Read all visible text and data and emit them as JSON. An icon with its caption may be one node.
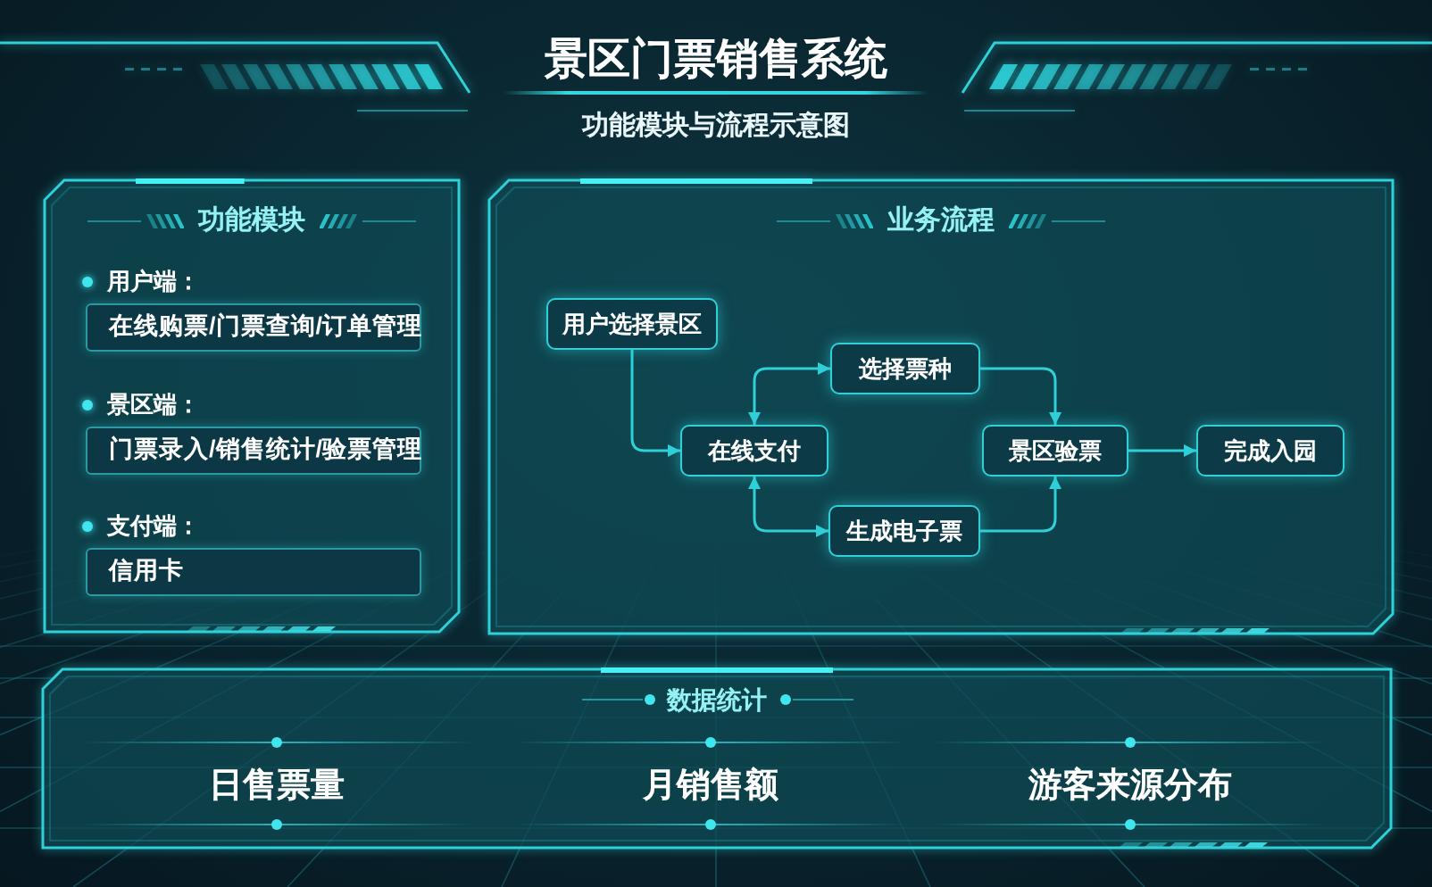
{
  "diagram": {
    "title": "景区门票销售系统",
    "nodes": [
      {
        "text": [
          "功能模块"
        ]
      },
      {
        "text": [
          "在线购票/门票查询/订单管理"
        ],
        "in": 0,
        "beside": [
          "用户端："
        ]
      },
      {
        "text": [
          "门票录入/销售统计/验票管理"
        ],
        "in": 0,
        "beside": [
          "景区端："
        ]
      },
      {
        "text": [
          "信用卡"
        ],
        "in": 0,
        "beside": [
          "支付端："
        ]
      },
      {
        "text": [
          "业务流程"
        ]
      },
      {
        "text": [
          "用户选择景区"
        ],
        "in": 4
      },
      {
        "text": [
          "选择票种"
        ],
        "in": 4
      },
      {
        "text": [
          "在线支付"
        ],
        "in": 4
      },
      {
        "text": [
          "景区验票"
        ],
        "in": 4
      },
      {
        "text": [
          "完成入园"
        ],
        "in": 4
      },
      {
        "text": [
          "生成电子票"
        ],
        "in": 4
      },
      {
        "text": [
          "数据统计",
          "日售票量",
          "月销售额",
          "游客来源分布"
        ]
      }
    ],
    "edges": [
      {
        "from": 5,
        "to": 7,
        "arrow": "to"
      },
      {
        "from": 7,
        "to": 6,
        "arrow": "both"
      },
      {
        "from": 7,
        "to": 10,
        "arrow": "both"
      },
      {
        "from": 6,
        "to": 8,
        "arrow": "to"
      },
      {
        "from": 10,
        "to": 8,
        "arrow": "to"
      },
      {
        "from": 8,
        "to": 9,
        "arrow": "to"
      }
    ],
    "labels": [
      "功能模块与流程示意图"
    ]
  }
}
